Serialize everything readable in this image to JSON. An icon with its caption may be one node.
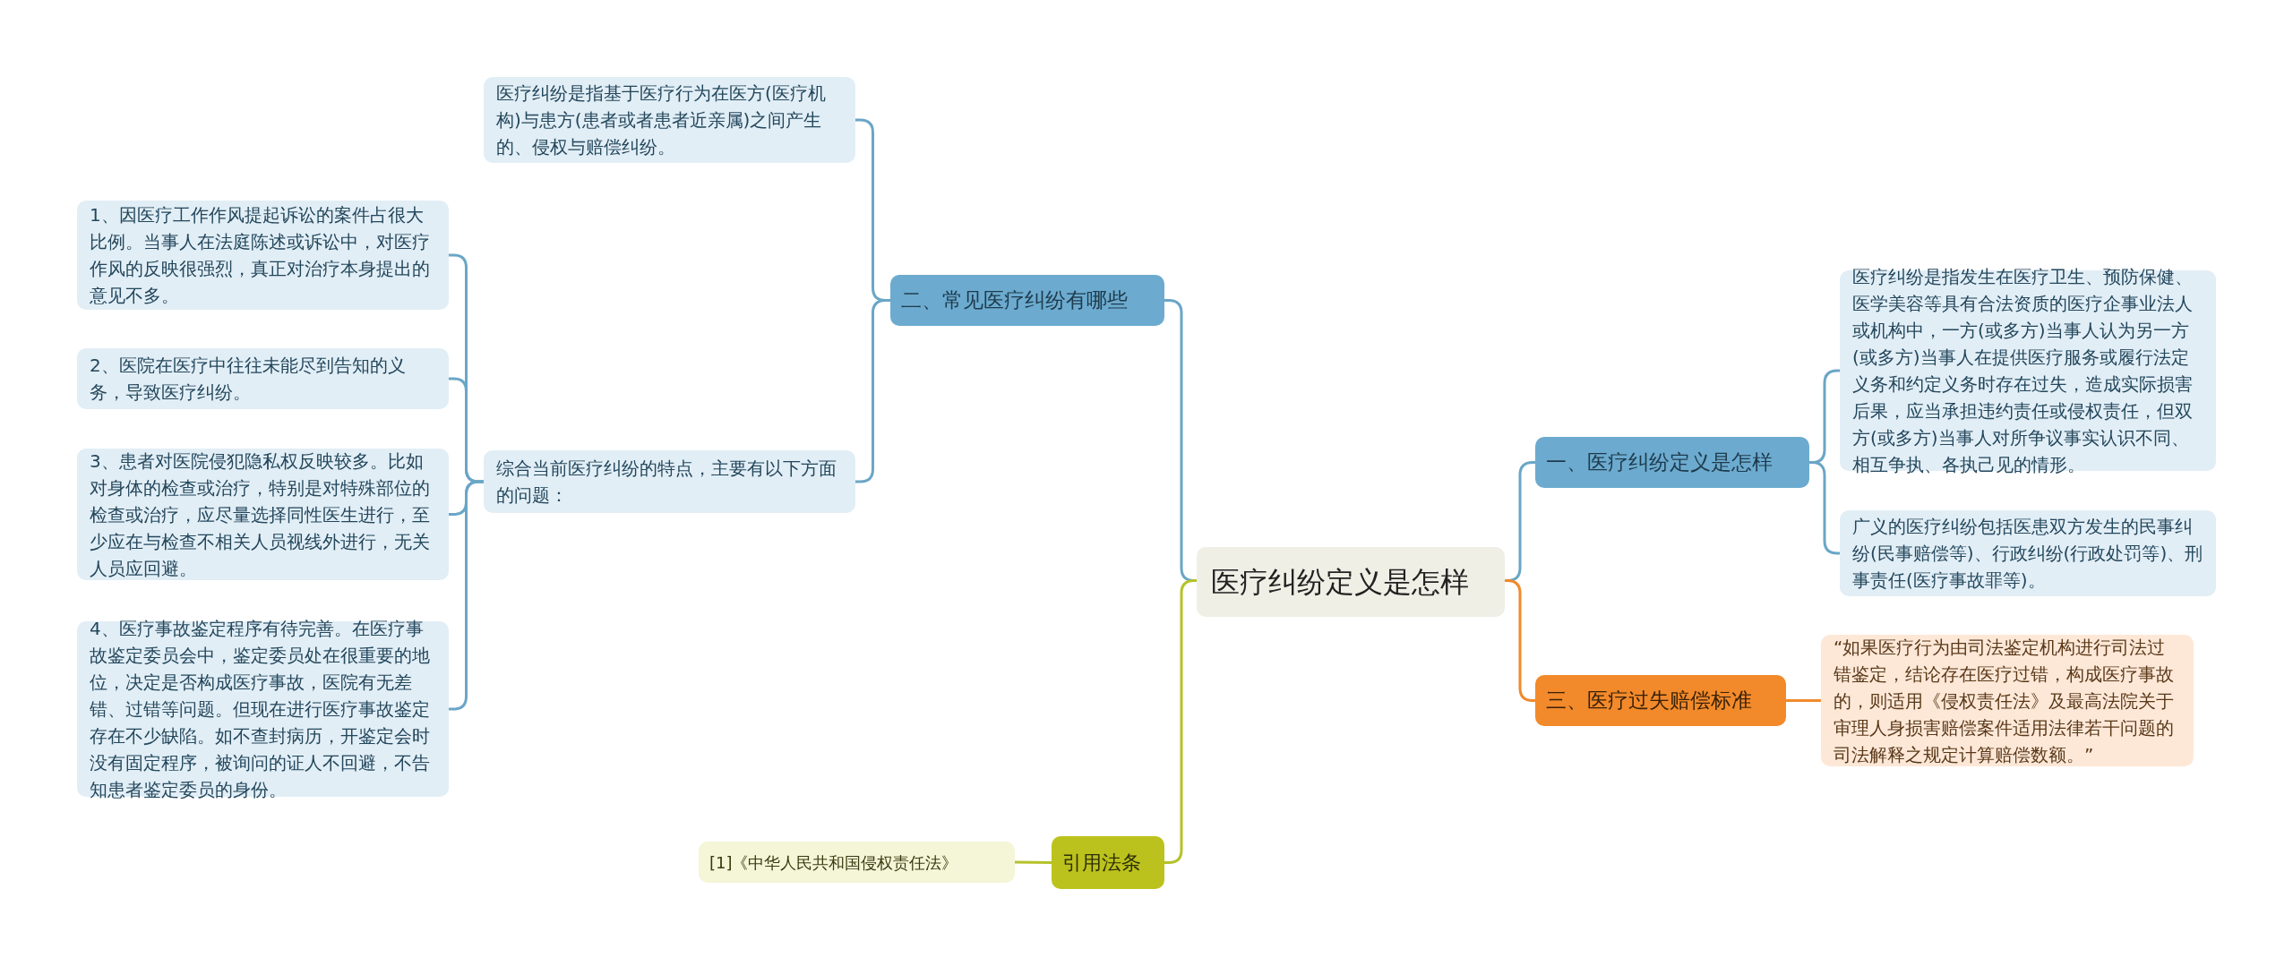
{
  "diagram": {
    "nodes": [
      {
        "text": [
          "医疗纠纷定义是怎样"
        ]
      },
      {
        "text": [
          "二、常见医疗纠纷有哪些"
        ]
      },
      {
        "text": [
          "医疗纠纷是指基于医疗行为在医方(医疗机构)与患方(患者或者患者近亲属)之间产生的、侵权与赔偿纠纷。"
        ]
      },
      {
        "text": [
          "综合当前医疗纠纷的特点，主要有以下方面的问题："
        ]
      },
      {
        "text": [
          "1、因医疗工作作风提起诉讼的案件占很大比例。当事人在法庭陈述或诉讼中，对医疗作风的反映很强烈，真正对治疗本身提出的意见不多。"
        ]
      },
      {
        "text": [
          "2、医院在医疗中往往未能尽到告知的义务，导致医疗纠纷。"
        ]
      },
      {
        "text": [
          "3、患者对医院侵犯隐私权反映较多。比如对身体的检查或治疗，特别是对特殊部位的检查或治疗，应尽量选择同性医生进行，至少应在与检查不相关人员视线外进行，无关人员应回避。"
        ]
      },
      {
        "text": [
          "4、医疗事故鉴定程序有待完善。在医疗事故鉴定委员会中，鉴定委员处在很重要的地位，决定是否构成医疗事故，医院有无差错、过错等问题。但现在进行医疗事故鉴定存在不少缺陷。如不查封病历，开鉴定会时没有固定程序，被询问的证人不回避，不告知患者鉴定委员的身份。"
        ]
      },
      {
        "text": [
          "一、医疗纠纷定义是怎样"
        ]
      },
      {
        "text": [
          "医疗纠纷是指发生在医疗卫生、预防保健、医学美容等具有合法资质的医疗企事业法人或机构中，一方(或多方)当事人认为另一方(或多方)当事人在提供医疗服务或履行法定义务和约定义务时存在过失，造成实际损害后果，应当承担违约责任或侵权责任，但双方(或多方)当事人对所争议事实认识不同、相互争执、各执己见的情形。"
        ]
      },
      {
        "text": [
          "广义的医疗纠纷包括医患双方发生的民事纠纷(民事赔偿等)、行政纠纷(行政处罚等)、刑事责任(医疗事故罪等)。"
        ]
      },
      {
        "text": [
          "三、医疗过失赔偿标准"
        ]
      },
      {
        "text": [
          "“如果医疗行为由司法鉴定机构进行司法过错鉴定，结论存在医疗过错，构成医疗事故的，则适用《侵权责任法》及最高法院关于审理人身损害赔偿案件适用法律若干问题的司法解释之规定计算赔偿数额。”"
        ]
      },
      {
        "text": [
          "引用法条"
        ]
      },
      {
        "text": [
          "[1]《中华人民共和国侵权责任法》"
        ]
      }
    ],
    "edges": [
      {
        "from": 0,
        "to": 1,
        "arrow": "none"
      },
      {
        "from": 1,
        "to": 2,
        "arrow": "none"
      },
      {
        "from": 1,
        "to": 3,
        "arrow": "none"
      },
      {
        "from": 3,
        "to": 4,
        "arrow": "none"
      },
      {
        "from": 3,
        "to": 5,
        "arrow": "none"
      },
      {
        "from": 3,
        "to": 6,
        "arrow": "none"
      },
      {
        "from": 3,
        "to": 7,
        "arrow": "none"
      },
      {
        "from": 0,
        "to": 8,
        "arrow": "none"
      },
      {
        "from": 8,
        "to": 9,
        "arrow": "none"
      },
      {
        "from": 8,
        "to": 10,
        "arrow": "none"
      },
      {
        "from": 0,
        "to": 11,
        "arrow": "none",
        "color": "#f08a2c"
      },
      {
        "from": 11,
        "to": 12,
        "arrow": "none",
        "color": "#f08a2c"
      },
      {
        "from": 0,
        "to": 13,
        "arrow": "none",
        "color": "#b5c22a"
      },
      {
        "from": 13,
        "to": 14,
        "arrow": "none",
        "color": "#b5c22a"
      }
    ]
  }
}
